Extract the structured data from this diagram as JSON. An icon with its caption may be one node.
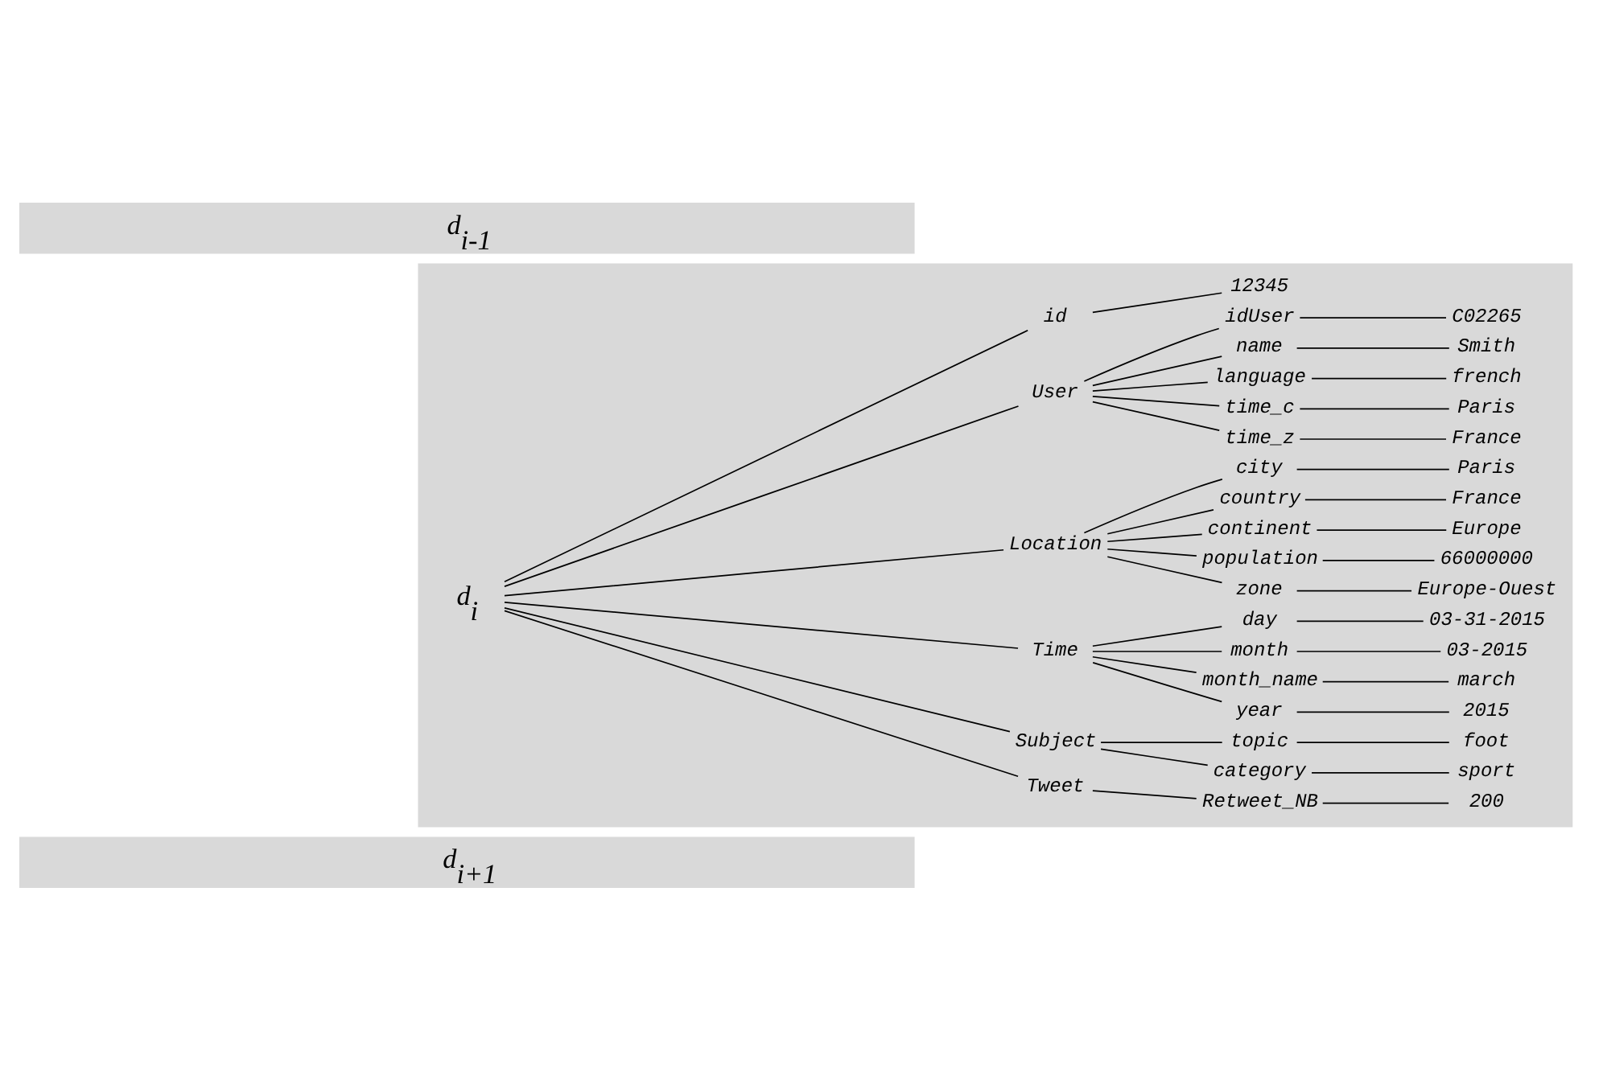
{
  "diagram": {
    "nodes": [
      {
        "text": [
          "d$_{i-1}$"
        ]
      },
      {
        "text": [],
        "shape": "box"
      },
      {
        "text": [
          "d$_{i+1}$"
        ]
      },
      {
        "text": [
          "d$_{i}$"
        ],
        "in": 1
      },
      {
        "text": [
          "id"
        ],
        "in": 1
      },
      {
        "text": [
          "12345"
        ],
        "in": 1
      },
      {
        "text": [
          "User"
        ],
        "in": 1
      },
      {
        "text": [
          "idUser"
        ],
        "in": 1
      },
      {
        "text": [
          "C02265"
        ],
        "in": 1
      },
      {
        "text": [
          "name"
        ],
        "in": 1
      },
      {
        "text": [
          "Smith"
        ],
        "in": 1
      },
      {
        "text": [
          "language"
        ],
        "in": 1
      },
      {
        "text": [
          "french"
        ],
        "in": 1
      },
      {
        "text": [
          "time_c"
        ],
        "in": 1
      },
      {
        "text": [
          "Paris"
        ],
        "in": 1
      },
      {
        "text": [
          "time_z"
        ],
        "in": 1
      },
      {
        "text": [
          "France"
        ],
        "in": 1
      },
      {
        "text": [
          "Location"
        ],
        "in": 1
      },
      {
        "text": [
          "city"
        ],
        "in": 1
      },
      {
        "text": [
          "Paris"
        ],
        "in": 1
      },
      {
        "text": [
          "country"
        ],
        "in": 1
      },
      {
        "text": [
          "France"
        ],
        "in": 1
      },
      {
        "text": [
          "continent"
        ],
        "in": 1
      },
      {
        "text": [
          "Europe"
        ],
        "in": 1
      },
      {
        "text": [
          "population"
        ],
        "in": 1
      },
      {
        "text": [
          "66000000"
        ],
        "in": 1
      },
      {
        "text": [
          "zone"
        ],
        "in": 1
      },
      {
        "text": [
          "Europe-Ouest"
        ],
        "in": 1
      },
      {
        "text": [
          "Time"
        ],
        "in": 1
      },
      {
        "text": [
          "day"
        ],
        "in": 1
      },
      {
        "text": [
          "03-31-2015"
        ],
        "in": 1
      },
      {
        "text": [
          "month"
        ],
        "in": 1
      },
      {
        "text": [
          "03-2015"
        ],
        "in": 1
      },
      {
        "text": [
          "month_name"
        ],
        "in": 1
      },
      {
        "text": [
          "march"
        ],
        "in": 1
      },
      {
        "text": [
          "year"
        ],
        "in": 1
      },
      {
        "text": [
          "2015"
        ],
        "in": 1
      },
      {
        "text": [
          "Subject"
        ],
        "in": 1
      },
      {
        "text": [
          "topic"
        ],
        "in": 1
      },
      {
        "text": [
          "foot"
        ],
        "in": 1
      },
      {
        "text": [
          "category"
        ],
        "in": 1
      },
      {
        "text": [
          "sport"
        ],
        "in": 1
      },
      {
        "text": [
          "Tweet"
        ],
        "in": 1
      },
      {
        "text": [
          "Retweet_NB"
        ],
        "in": 1
      },
      {
        "text": [
          "200"
        ],
        "in": 1
      }
    ],
    "edges": [
      {
        "from": 3,
        "to": 4,
        "arrow": "none"
      },
      {
        "from": 4,
        "to": 5,
        "arrow": "none"
      },
      {
        "from": 3,
        "to": 6,
        "arrow": "none"
      },
      {
        "from": 6,
        "to": 7,
        "arrow": "none"
      },
      {
        "from": 7,
        "to": 8,
        "arrow": "none"
      },
      {
        "from": 6,
        "to": 9,
        "arrow": "none"
      },
      {
        "from": 9,
        "to": 10,
        "arrow": "none"
      },
      {
        "from": 6,
        "to": 11,
        "arrow": "none"
      },
      {
        "from": 11,
        "to": 12,
        "arrow": "none"
      },
      {
        "from": 6,
        "to": 13,
        "arrow": "none"
      },
      {
        "from": 13,
        "to": 14,
        "arrow": "none"
      },
      {
        "from": 6,
        "to": 15,
        "arrow": "none"
      },
      {
        "from": 15,
        "to": 16,
        "arrow": "none"
      },
      {
        "from": 3,
        "to": 17,
        "arrow": "none"
      },
      {
        "from": 17,
        "to": 18,
        "arrow": "none"
      },
      {
        "from": 18,
        "to": 19,
        "arrow": "none"
      },
      {
        "from": 17,
        "to": 20,
        "arrow": "none"
      },
      {
        "from": 20,
        "to": 21,
        "arrow": "none"
      },
      {
        "from": 17,
        "to": 22,
        "arrow": "none"
      },
      {
        "from": 22,
        "to": 23,
        "arrow": "none"
      },
      {
        "from": 17,
        "to": 24,
        "arrow": "none"
      },
      {
        "from": 24,
        "to": 25,
        "arrow": "none"
      },
      {
        "from": 17,
        "to": 26,
        "arrow": "none"
      },
      {
        "from": 26,
        "to": 27,
        "arrow": "none"
      },
      {
        "from": 3,
        "to": 28,
        "arrow": "none"
      },
      {
        "from": 28,
        "to": 29,
        "arrow": "none"
      },
      {
        "from": 29,
        "to": 30,
        "arrow": "none"
      },
      {
        "from": 28,
        "to": 31,
        "arrow": "none"
      },
      {
        "from": 31,
        "to": 32,
        "arrow": "none"
      },
      {
        "from": 28,
        "to": 33,
        "arrow": "none"
      },
      {
        "from": 33,
        "to": 34,
        "arrow": "none"
      },
      {
        "from": 28,
        "to": 35,
        "arrow": "none"
      },
      {
        "from": 35,
        "to": 36,
        "arrow": "none"
      },
      {
        "from": 3,
        "to": 37,
        "arrow": "none"
      },
      {
        "from": 37,
        "to": 38,
        "arrow": "none"
      },
      {
        "from": 38,
        "to": 39,
        "arrow": "none"
      },
      {
        "from": 37,
        "to": 40,
        "arrow": "none"
      },
      {
        "from": 40,
        "to": 41,
        "arrow": "none"
      },
      {
        "from": 3,
        "to": 42,
        "arrow": "none"
      },
      {
        "from": 42,
        "to": 43,
        "arrow": "none"
      },
      {
        "from": 43,
        "to": 44,
        "arrow": "none"
      }
    ]
  }
}
